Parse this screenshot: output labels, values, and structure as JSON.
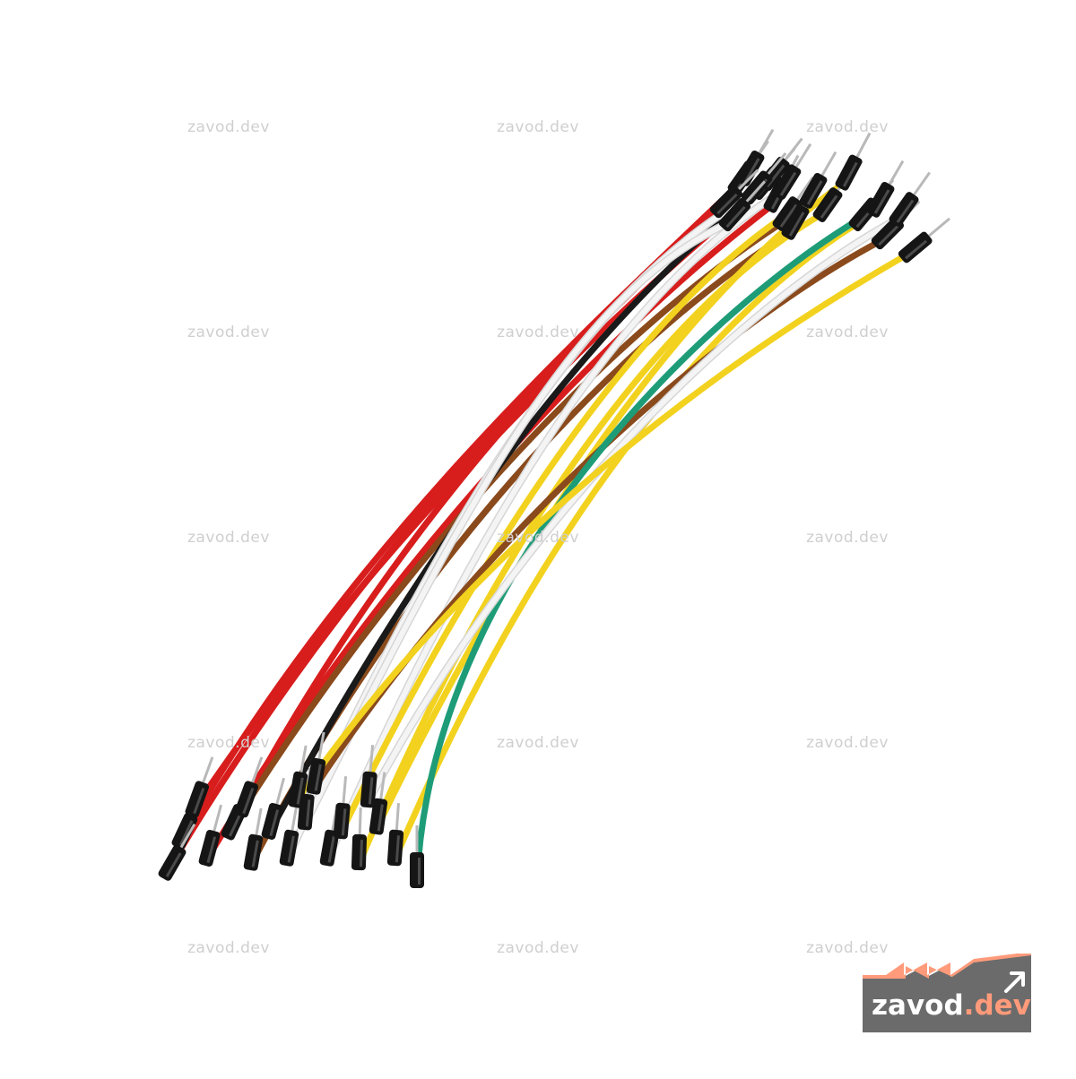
{
  "image": {
    "subject": "Bundle of male-to-male breadboard jumper wires",
    "background_color": "#ffffff",
    "wire_colors": {
      "red": "#d81d1d",
      "brown": "#8a4a1c",
      "black": "#1a1a1a",
      "white": "#f4f4f4",
      "yellow": "#f2d21e",
      "green": "#1e9c78",
      "connector": "#151515",
      "pin": "#b9b9b9"
    }
  },
  "watermark": {
    "text": "zavod.dev",
    "color": "#cfcfcf"
  },
  "logo": {
    "name": "zavod",
    "dot": ".",
    "tld": "dev",
    "background": "#6b6b6b",
    "accent": "#ff9a7a",
    "icon": "arrow-up-right-icon"
  }
}
